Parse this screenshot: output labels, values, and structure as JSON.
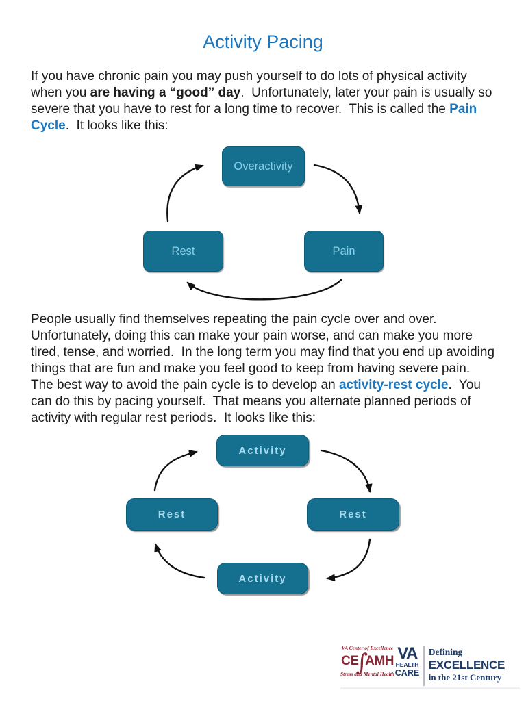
{
  "page": {
    "title": "Activity Pacing"
  },
  "paragraph1": {
    "seg1": "If you have chronic pain you may push yourself to do lots of physical activity when you ",
    "seg2_bold": "are having a “good” day",
    "seg3": ".  Unfortunately, later your pain is usually so severe that you have to rest for a long time to recover.  This is called the ",
    "seg4_link": "Pain Cycle",
    "seg5": ".  It looks like this:"
  },
  "pain_cycle_diagram": {
    "top_box": "Overactivity",
    "right_box": "Pain",
    "left_box": "Rest"
  },
  "paragraph2": {
    "seg1": "People usually find themselves repeating the pain cycle over and over.  Unfortunately, doing this can make your pain worse, and can make you more tired, tense, and worried.  In the long term you may find that you end up avoiding things that are fun and make you feel good to keep from having severe pain.  The best way to avoid the pain cycle is to develop an ",
    "seg2_link": "activity-rest cycle",
    "seg3": ".  You can do this by pacing yourself.  That means you alternate planned periods of activity with regular rest periods.  It looks like this:"
  },
  "activity_rest_diagram": {
    "top_box": "Activity",
    "right_box": "Rest",
    "bottom_box": "Activity",
    "left_box": "Rest"
  },
  "logo": {
    "center_of_excellence": "VA Center of Excellence",
    "ce": "CE",
    "big_s": "∫",
    "amh": "AMH",
    "stress_mental_health": "Stress and Mental Health",
    "va": "VA",
    "health": "HEALTH",
    "care": "CARE",
    "tagline_line1": "Defining",
    "tagline_line2": "EXCELLENCE",
    "tagline_line3": "in the 21st Century"
  },
  "colors": {
    "accent_blue": "#1c76bd",
    "box_teal": "#15708f",
    "box_label_light": "#8ccfe9",
    "box_label_light2": "#aadaee",
    "logo_maroon": "#8b2433",
    "logo_navy": "#1e3a66",
    "arrow_black": "#111111"
  }
}
